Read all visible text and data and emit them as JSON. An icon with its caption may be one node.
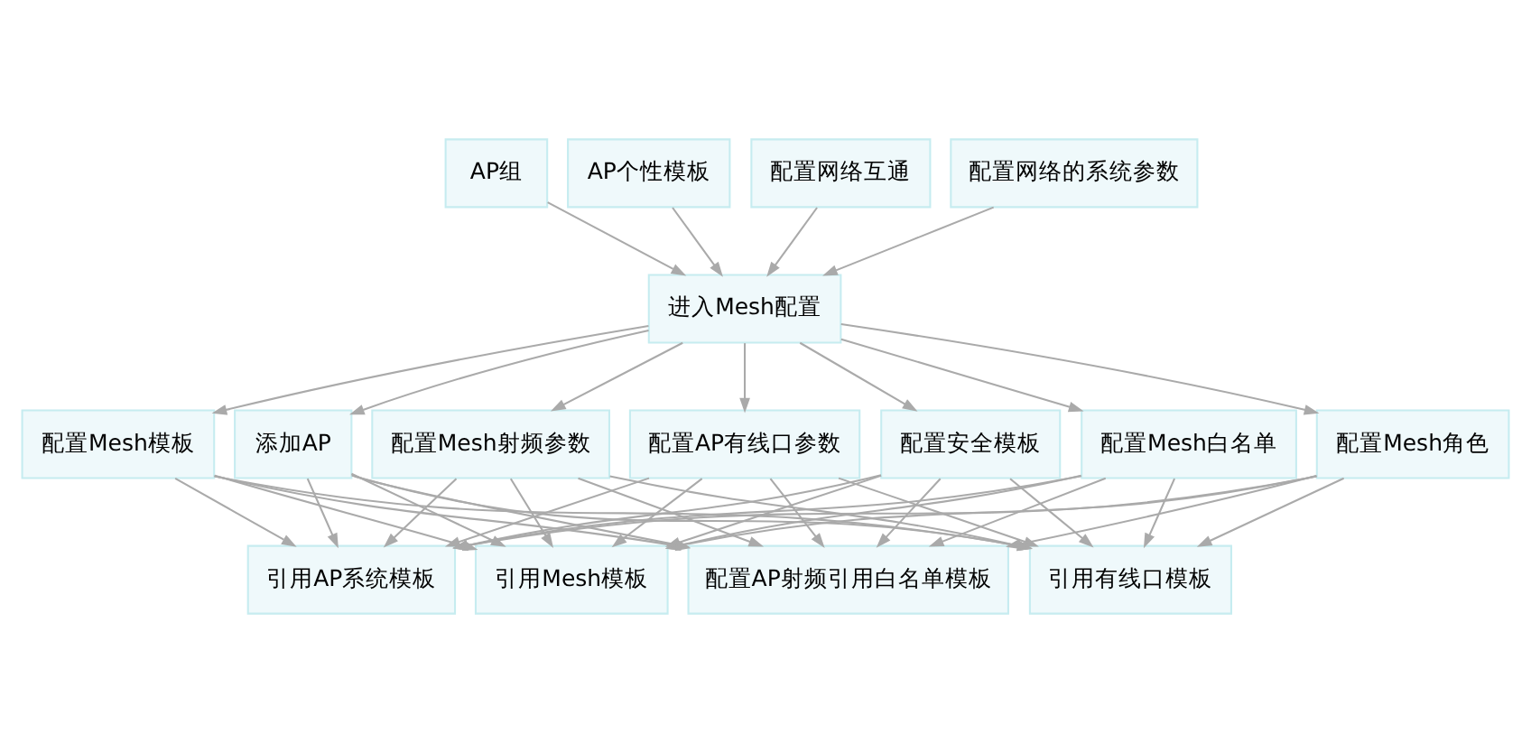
{
  "diagram": {
    "nodes": [
      {
        "text": [
          "AP组"
        ]
      },
      {
        "text": [
          "AP个性模板"
        ]
      },
      {
        "text": [
          "配置网络互通"
        ]
      },
      {
        "text": [
          "配置网络的系统参数"
        ]
      },
      {
        "text": [
          "进入Mesh配置"
        ]
      },
      {
        "text": [
          "添加AP"
        ]
      },
      {
        "text": [
          "配置Mesh射频参数"
        ]
      },
      {
        "text": [
          "配置AP有线口参数"
        ]
      },
      {
        "text": [
          "配置安全模板"
        ]
      },
      {
        "text": [
          "配置Mesh白名单"
        ]
      },
      {
        "text": [
          "配置Mesh角色"
        ]
      },
      {
        "text": [
          "配置Mesh模板"
        ]
      },
      {
        "text": [
          "配置AP射频引用白名单模板"
        ]
      },
      {
        "text": [
          "引用有线口模板"
        ]
      },
      {
        "text": [
          "引用AP系统模板"
        ]
      },
      {
        "text": [
          "引用Mesh模板"
        ]
      }
    ],
    "edges": [
      {
        "from": 0,
        "to": 4,
        "arrow": "to"
      },
      {
        "from": 1,
        "to": 4,
        "arrow": "to"
      },
      {
        "from": 2,
        "to": 4,
        "arrow": "to"
      },
      {
        "from": 3,
        "to": 4,
        "arrow": "to"
      },
      {
        "from": 4,
        "to": 5,
        "arrow": "to"
      },
      {
        "from": 4,
        "to": 6,
        "arrow": "to"
      },
      {
        "from": 4,
        "to": 7,
        "arrow": "to"
      },
      {
        "from": 4,
        "to": 8,
        "arrow": "to"
      },
      {
        "from": 4,
        "to": 9,
        "arrow": "to"
      },
      {
        "from": 4,
        "to": 10,
        "arrow": "to"
      },
      {
        "from": 4,
        "to": 11,
        "arrow": "to"
      },
      {
        "from": 5,
        "to": 12,
        "arrow": "to"
      },
      {
        "from": 5,
        "to": 13,
        "arrow": "to"
      },
      {
        "from": 5,
        "to": 14,
        "arrow": "to"
      },
      {
        "from": 5,
        "to": 15,
        "arrow": "to"
      },
      {
        "from": 6,
        "to": 12,
        "arrow": "to"
      },
      {
        "from": 6,
        "to": 13,
        "arrow": "to"
      },
      {
        "from": 6,
        "to": 14,
        "arrow": "to"
      },
      {
        "from": 6,
        "to": 15,
        "arrow": "to"
      },
      {
        "from": 7,
        "to": 12,
        "arrow": "to"
      },
      {
        "from": 7,
        "to": 13,
        "arrow": "to"
      },
      {
        "from": 7,
        "to": 14,
        "arrow": "to"
      },
      {
        "from": 7,
        "to": 15,
        "arrow": "to"
      },
      {
        "from": 8,
        "to": 12,
        "arrow": "to"
      },
      {
        "from": 8,
        "to": 13,
        "arrow": "to"
      },
      {
        "from": 8,
        "to": 14,
        "arrow": "to"
      },
      {
        "from": 8,
        "to": 15,
        "arrow": "to"
      },
      {
        "from": 9,
        "to": 12,
        "arrow": "to"
      },
      {
        "from": 9,
        "to": 13,
        "arrow": "to"
      },
      {
        "from": 9,
        "to": 14,
        "arrow": "to"
      },
      {
        "from": 9,
        "to": 15,
        "arrow": "to"
      },
      {
        "from": 10,
        "to": 12,
        "arrow": "to"
      },
      {
        "from": 10,
        "to": 13,
        "arrow": "to"
      },
      {
        "from": 10,
        "to": 14,
        "arrow": "to"
      },
      {
        "from": 10,
        "to": 15,
        "arrow": "to"
      },
      {
        "from": 11,
        "to": 12,
        "arrow": "to"
      },
      {
        "from": 11,
        "to": 13,
        "arrow": "to"
      },
      {
        "from": 11,
        "to": 14,
        "arrow": "to"
      },
      {
        "from": 11,
        "to": 15,
        "arrow": "to"
      }
    ]
  }
}
